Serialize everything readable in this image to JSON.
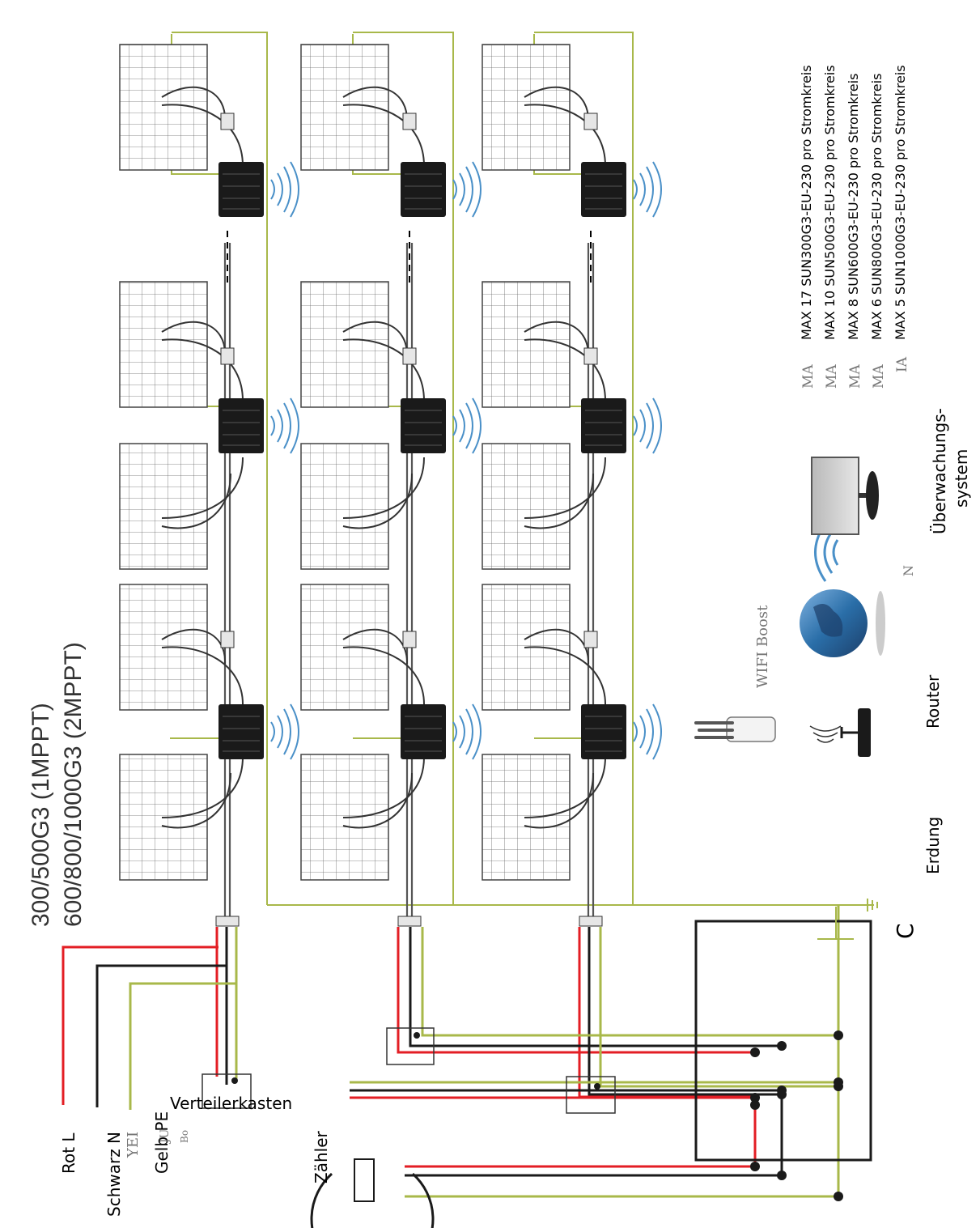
{
  "title": {
    "line1": "300/500G3 (1MPPT)",
    "line2": "600/800/1000G3 (2MPPT)"
  },
  "wire_labels": {
    "red": "Rot L",
    "black": "Schwarz N",
    "yellow": "Gelb PE"
  },
  "distribution_box": "Verteilerkasten",
  "meter": "Zähler",
  "ground": "Erdung",
  "router": "Router",
  "wifi_boost": "WIFI Boost",
  "monitoring": {
    "line1": "Überwachungs-",
    "line2": "system"
  },
  "max_specs": [
    "MAX 17 SUN300G3-EU-230 pro Stromkreis",
    "MAX 10 SUN500G3-EU-230 pro Stromkreis",
    "MAX 8 SUN600G3-EU-230 pro Stromkreis",
    "MAX 6 SUN800G3-EU-230 pro Stromkreis",
    "MAX 5 SUN1000G3-EU-230 pro Stromkreis"
  ],
  "faint_fragments": {
    "ma_marks": [
      "MA",
      "MA",
      "MA",
      "MA",
      "IA"
    ],
    "n_mark": "N",
    "yel": "YEI",
    "ju": "JU",
    "bo": "Bo"
  },
  "colors": {
    "line_phase": "#e31e24",
    "line_neutral": "#1a1a1a",
    "line_earth": "#a8b84a",
    "wifi": "#4a90c8",
    "inverter": "#1a1a1a"
  }
}
